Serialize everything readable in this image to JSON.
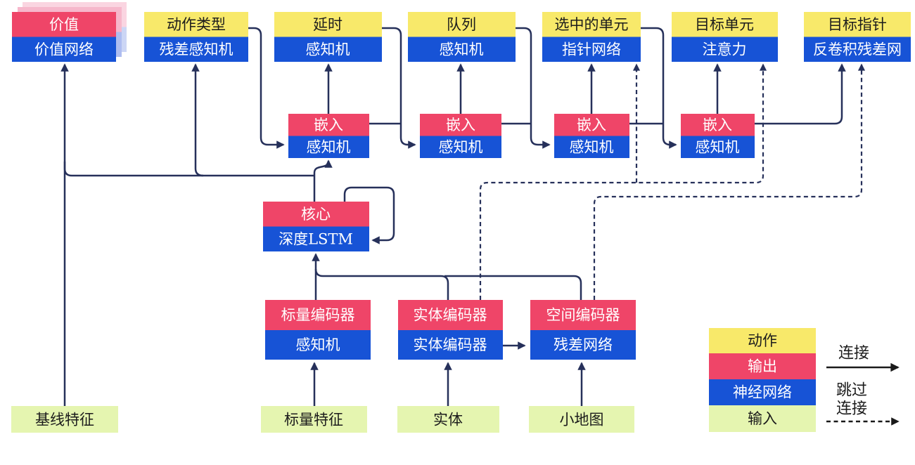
{
  "nodes": {
    "value": {
      "top": "价值",
      "bottom": "价值网络"
    },
    "action_type": {
      "top": "动作类型",
      "bottom": "残差感知机"
    },
    "delay": {
      "top": "延时",
      "bottom": "感知机"
    },
    "queue": {
      "top": "队列",
      "bottom": "感知机"
    },
    "selected_units": {
      "top": "选中的单元",
      "bottom": "指针网络"
    },
    "target_unit": {
      "top": "目标单元",
      "bottom": "注意力"
    },
    "target_pointer": {
      "top": "目标指针",
      "bottom": "反卷积残差网"
    },
    "embed1": {
      "top": "嵌入",
      "bottom": "感知机"
    },
    "embed2": {
      "top": "嵌入",
      "bottom": "感知机"
    },
    "embed3": {
      "top": "嵌入",
      "bottom": "感知机"
    },
    "embed4": {
      "top": "嵌入",
      "bottom": "感知机"
    },
    "core": {
      "top": "核心",
      "bottom": "深度LSTM"
    },
    "scalar_encoder": {
      "top": "标量编码器",
      "bottom": "感知机"
    },
    "entity_encoder": {
      "top": "实体编码器",
      "bottom": "实体编码器"
    },
    "spatial_encoder": {
      "top": "空间编码器",
      "bottom": "残差网络"
    },
    "baseline_features": {
      "label": "基线特征"
    },
    "scalar_features": {
      "label": "标量特征"
    },
    "entities": {
      "label": "实体"
    },
    "minimap": {
      "label": "小地图"
    }
  },
  "legend": {
    "action": "动作",
    "output": "输出",
    "neural_network": "神经网络",
    "input": "输入",
    "connection": "连接",
    "skip_connection_line1": "跳过",
    "skip_connection_line2": "连接"
  },
  "colors": {
    "action": "#f8e96a",
    "output": "#ef4568",
    "neural_network": "#1753d6",
    "input": "#e5f5b0",
    "edge": "#26305a",
    "legend_edge": "#1a1a1a",
    "value_shadow_pink": "#f6b7cb",
    "value_shadow_lavender": "#aebdf0"
  }
}
